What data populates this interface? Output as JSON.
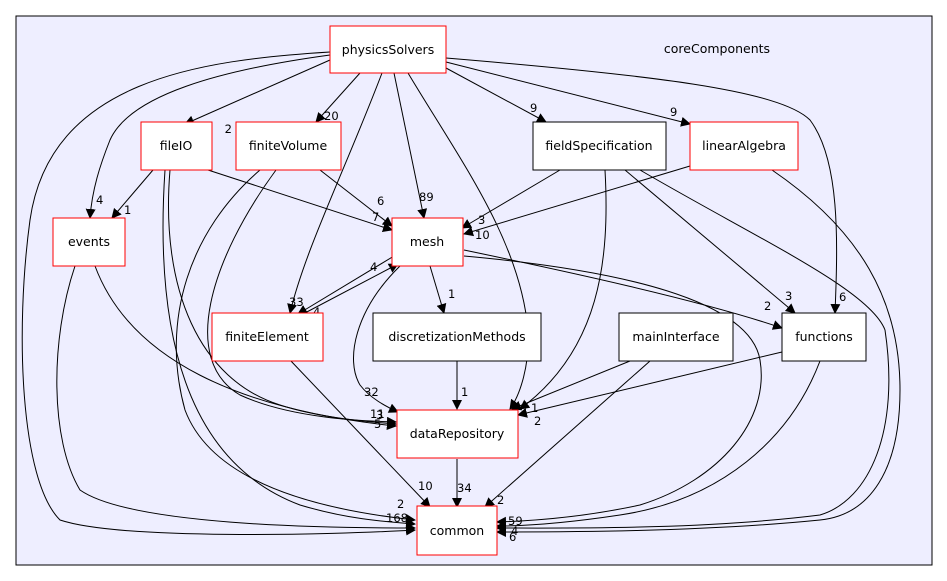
{
  "cluster": {
    "label": "coreComponents",
    "fill": "#eeeeff",
    "stroke": "#000000"
  },
  "colors": {
    "red_border": "#ff0000",
    "black_border": "#000000",
    "node_fill": "#ffffff",
    "edge": "#000000"
  },
  "nodes": {
    "physicsSolvers": {
      "label": "physicsSolvers",
      "border": "red"
    },
    "fileIO": {
      "label": "fileIO",
      "border": "red"
    },
    "finiteVolume": {
      "label": "finiteVolume",
      "border": "red"
    },
    "fieldSpecification": {
      "label": "fieldSpecification",
      "border": "black"
    },
    "linearAlgebra": {
      "label": "linearAlgebra",
      "border": "red"
    },
    "events": {
      "label": "events",
      "border": "red"
    },
    "mesh": {
      "label": "mesh",
      "border": "red"
    },
    "finiteElement": {
      "label": "finiteElement",
      "border": "red"
    },
    "discretizationMethods": {
      "label": "discretizationMethods",
      "border": "black"
    },
    "mainInterface": {
      "label": "mainInterface",
      "border": "black"
    },
    "functions": {
      "label": "functions",
      "border": "black"
    },
    "dataRepository": {
      "label": "dataRepository",
      "border": "red"
    },
    "common": {
      "label": "common",
      "border": "red"
    }
  },
  "edges": [
    {
      "from": "physicsSolvers",
      "to": "fileIO",
      "label": "2"
    },
    {
      "from": "physicsSolvers",
      "to": "finiteVolume",
      "label": "20"
    },
    {
      "from": "physicsSolvers",
      "to": "fieldSpecification",
      "label": "9"
    },
    {
      "from": "physicsSolvers",
      "to": "linearAlgebra",
      "label": "9"
    },
    {
      "from": "physicsSolvers",
      "to": "events",
      "label": "4"
    },
    {
      "from": "physicsSolvers",
      "to": "mesh",
      "label": "89"
    },
    {
      "from": "physicsSolvers",
      "to": "finiteElement",
      "label": "33"
    },
    {
      "from": "physicsSolvers",
      "to": "functions",
      "label": "6"
    },
    {
      "from": "physicsSolvers",
      "to": "dataRepository",
      "label": ""
    },
    {
      "from": "physicsSolvers",
      "to": "common",
      "label": ""
    },
    {
      "from": "fileIO",
      "to": "events",
      "label": "1"
    },
    {
      "from": "fileIO",
      "to": "mesh",
      "label": "7"
    },
    {
      "from": "fileIO",
      "to": "dataRepository",
      "label": ""
    },
    {
      "from": "fileIO",
      "to": "common",
      "label": ""
    },
    {
      "from": "finiteVolume",
      "to": "mesh",
      "label": "6"
    },
    {
      "from": "finiteVolume",
      "to": "dataRepository",
      "label": ""
    },
    {
      "from": "finiteVolume",
      "to": "common",
      "label": ""
    },
    {
      "from": "fieldSpecification",
      "to": "mesh",
      "label": "3"
    },
    {
      "from": "fieldSpecification",
      "to": "functions",
      "label": "3"
    },
    {
      "from": "fieldSpecification",
      "to": "dataRepository",
      "label": ""
    },
    {
      "from": "fieldSpecification",
      "to": "common",
      "label": ""
    },
    {
      "from": "linearAlgebra",
      "to": "mesh",
      "label": "10"
    },
    {
      "from": "linearAlgebra",
      "to": "common",
      "label": ""
    },
    {
      "from": "events",
      "to": "dataRepository",
      "label": ""
    },
    {
      "from": "events",
      "to": "common",
      "label": ""
    },
    {
      "from": "mesh",
      "to": "finiteElement",
      "label": "4"
    },
    {
      "from": "finiteElement",
      "to": "mesh",
      "label": "4"
    },
    {
      "from": "mesh",
      "to": "discretizationMethods",
      "label": "1"
    },
    {
      "from": "mesh",
      "to": "functions",
      "label": "2"
    },
    {
      "from": "mesh",
      "to": "dataRepository",
      "label": "32"
    },
    {
      "from": "mesh",
      "to": "common",
      "label": ""
    },
    {
      "from": "finiteElement",
      "to": "common",
      "label": "10"
    },
    {
      "from": "discretizationMethods",
      "to": "dataRepository",
      "label": "1"
    },
    {
      "from": "mainInterface",
      "to": "dataRepository",
      "label": "1"
    },
    {
      "from": "mainInterface",
      "to": "common",
      "label": "2"
    },
    {
      "from": "functions",
      "to": "dataRepository",
      "label": "2"
    },
    {
      "from": "functions",
      "to": "common",
      "label": ""
    },
    {
      "from": "dataRepository",
      "to": "common",
      "label": "34"
    }
  ],
  "overlap_labels": {
    "dataRepository_in": [
      "11",
      "3",
      "5"
    ],
    "common_in_left": [
      "2",
      "168"
    ],
    "common_in_right": [
      "59",
      "4",
      "6"
    ]
  }
}
